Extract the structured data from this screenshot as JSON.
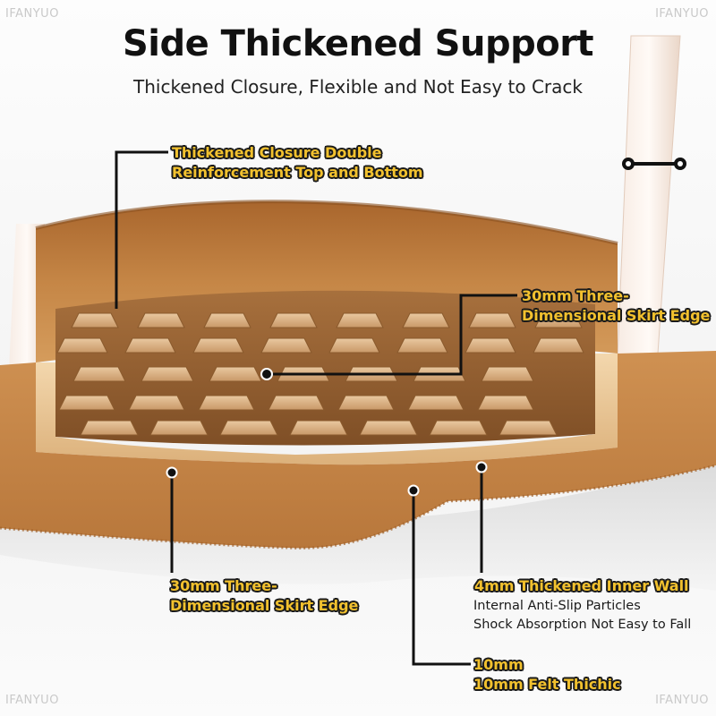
{
  "watermarks": {
    "top_left": "IFANYUO",
    "top_right": "IFANYUO",
    "bottom_left": "IFANYUO",
    "bottom_right": "IFANYUO"
  },
  "title": "Side Thickened Support",
  "subtitle": "Thickened Closure, Flexible and Not Easy to Crack",
  "callouts": {
    "closure": {
      "line1": "Thickened Closure Double",
      "line2": "Reinforcement Top and Bottom"
    },
    "skirt_right": {
      "line1": "30mm Three-",
      "line2": "Dimensional Skirt Edge"
    },
    "skirt_left": {
      "line1": "30mm Three-",
      "line2": "Dimensional Skirt Edge"
    },
    "inner_wall": {
      "heading": "4mm Thickened Inner Wall",
      "detail1": "Internal Anti-Slip Particles",
      "detail2": "Shock Absorption Not Easy to Fall"
    },
    "felt": {
      "line1": "10mm",
      "line2": "10mm Felt Thichic"
    }
  },
  "colors": {
    "felt": "#c98a4c",
    "felt_dark": "#a5652e",
    "inner_wall": "#e8c493",
    "callout_text": "#f2c12e",
    "callout_outline": "#1b1b1b",
    "leader_line": "#111111"
  }
}
